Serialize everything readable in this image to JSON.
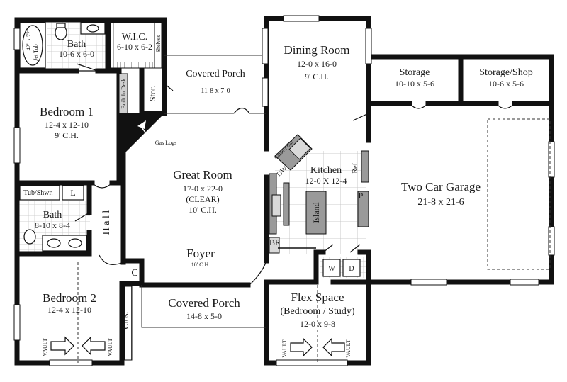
{
  "rooms": {
    "bath_master": {
      "name": "Bath",
      "dims": "10-6 x 6-0"
    },
    "jet_tub": {
      "dims": "42\" x 72\"",
      "label": "Jet Tub"
    },
    "wic": {
      "name": "W.I.C.",
      "dims": "6-10 x 6-2",
      "shelves": "Shelves"
    },
    "covered_porch_rear": {
      "name": "Covered Porch",
      "dims": "11-8 x 7-0"
    },
    "storage_closet": {
      "name": "Stor."
    },
    "built_in_desk": {
      "name": "Built In Desk"
    },
    "dining": {
      "name": "Dining Room",
      "dims": "12-0 x 16-0",
      "ceiling": "9' C.H."
    },
    "storage": {
      "name": "Storage",
      "dims": "10-10 x 5-6"
    },
    "storage_shop": {
      "name": "Storage/Shop",
      "dims": "10-6 x 5-6"
    },
    "bedroom1": {
      "name": "Bedroom 1",
      "dims": "12-4 x 12-10",
      "ceiling": "9' C.H."
    },
    "gas_logs": {
      "name": "Gas Logs"
    },
    "raised_bar": {
      "name": "Raised Bar"
    },
    "dishwasher": {
      "name": "DW"
    },
    "refrigerator": {
      "name": "Ref."
    },
    "kitchen": {
      "name": "Kitchen",
      "dims": "12-0 X 12-4"
    },
    "pantry": {
      "name": "P"
    },
    "island": {
      "name": "Island"
    },
    "great_room": {
      "name": "Great Room",
      "dims": "17-0 x 22-0",
      "note": "(CLEAR)",
      "ceiling": "10' C.H."
    },
    "garage": {
      "name": "Two Car Garage",
      "dims": "21-8 x 21-6"
    },
    "tub_shower": {
      "name": "Tub/Shwr."
    },
    "linen": {
      "name": "L"
    },
    "bath2": {
      "name": "Bath",
      "dims": "8-10 x 8-4"
    },
    "hall": {
      "name": "H a l l"
    },
    "broom": {
      "name": "BR"
    },
    "foyer": {
      "name": "Foyer",
      "ceiling": "10' C.H."
    },
    "coat_closet": {
      "name": "C"
    },
    "washer": {
      "name": "W"
    },
    "dryer": {
      "name": "D"
    },
    "bedroom2": {
      "name": "Bedroom 2",
      "dims": "12-4 x 12-10"
    },
    "closet": {
      "name": "Clos."
    },
    "covered_porch_front": {
      "name": "Covered Porch",
      "dims": "14-8 x 5-0"
    },
    "flex": {
      "name": "Flex Space",
      "sub": "(Bedroom / Study)",
      "dims": "12-0 x 9-8"
    }
  },
  "vault_label": "VAULT"
}
